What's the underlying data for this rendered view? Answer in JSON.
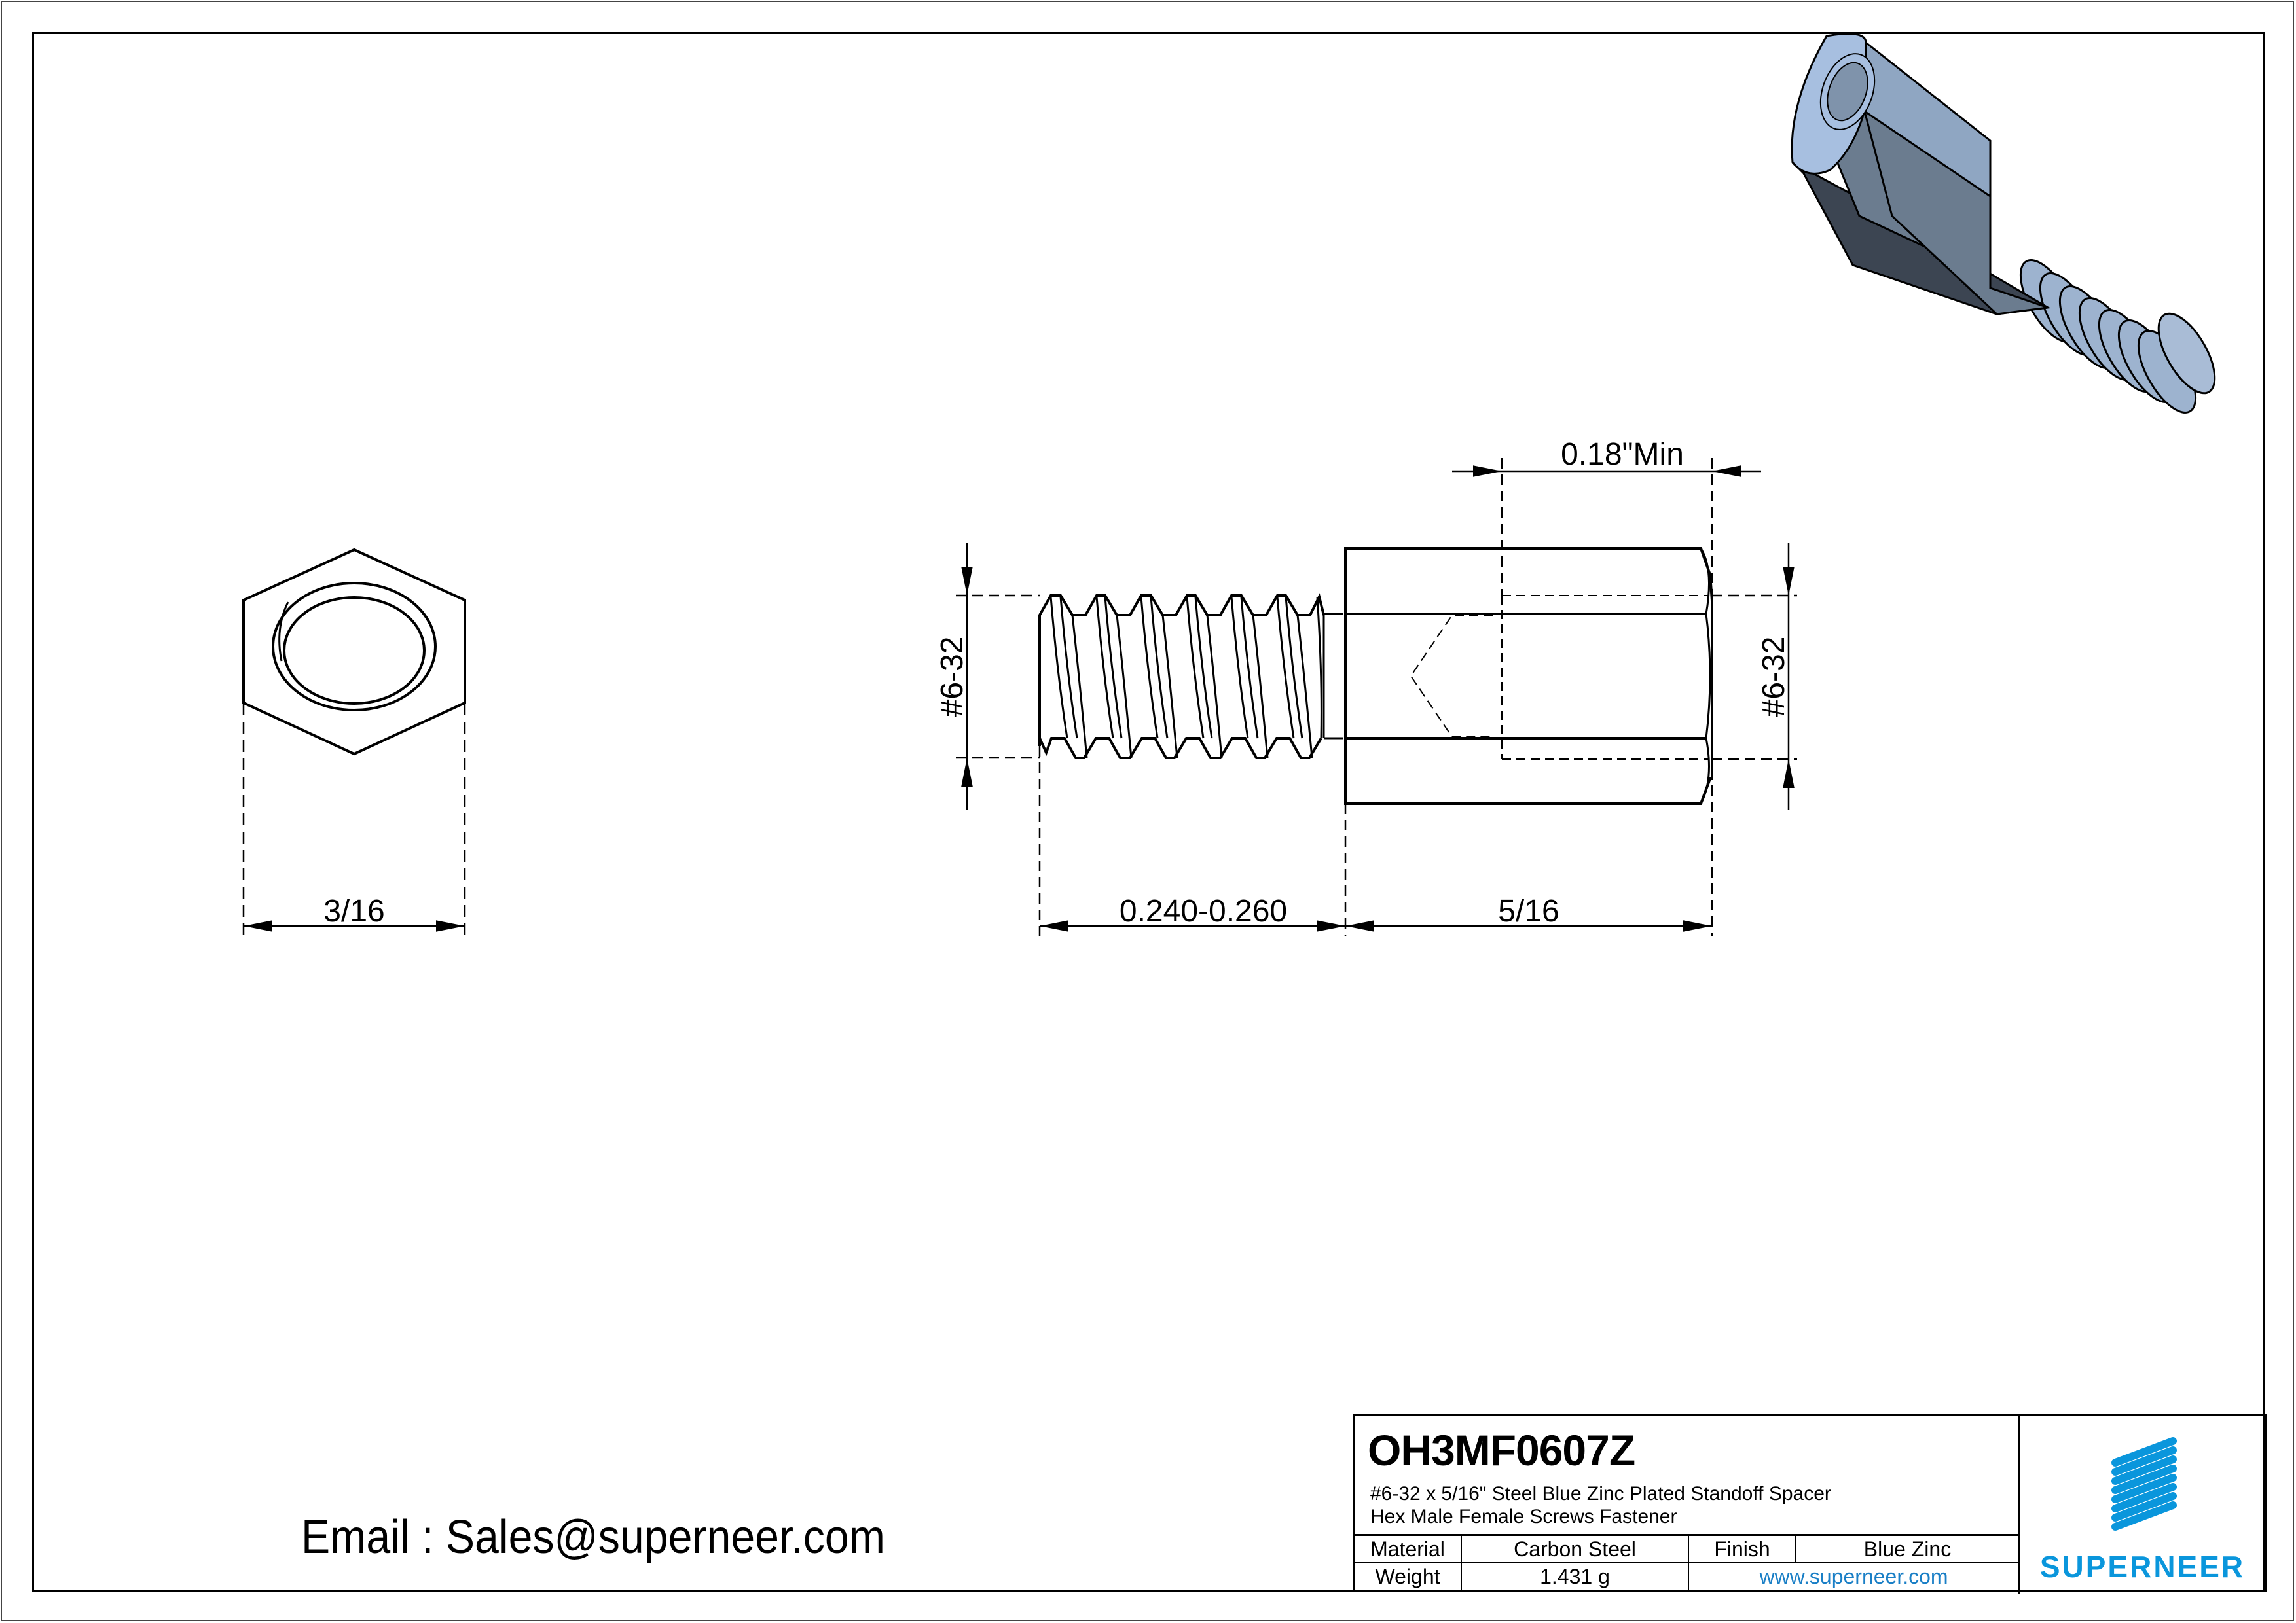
{
  "drawing": {
    "type": "engineering-drawing",
    "views": [
      "end-view-hex",
      "side-view",
      "isometric-3d"
    ],
    "dimensions": {
      "hex_width": "3/16",
      "thread_length": "0.240-0.260",
      "body_length": "5/16",
      "female_depth": "0.18\"Min",
      "male_thread": "#6-32",
      "female_thread": "#6-32"
    }
  },
  "title_block": {
    "part_number": "OH3MF0607Z",
    "description_line1": "#6-32 x 5/16\" Steel Blue Zinc Plated Standoff Spacer",
    "description_line2": "Hex Male Female Screws Fastener",
    "material_label": "Material",
    "material_value": "Carbon Steel",
    "finish_label": "Finish",
    "finish_value": "Blue Zinc",
    "weight_label": "Weight",
    "weight_value": "1.431 g",
    "website": "www.superneer.com",
    "brand": "SUPERNEER"
  },
  "contact": {
    "email_line": "Email : Sales@superneer.com"
  },
  "colors": {
    "brand_blue": "#0a96dc",
    "link_blue": "#1a7fc6",
    "part_light": "#a7bfe0",
    "part_mid": "#8fa6c2",
    "part_dark": "#6b7c8f",
    "part_shadow": "#3c4552"
  }
}
